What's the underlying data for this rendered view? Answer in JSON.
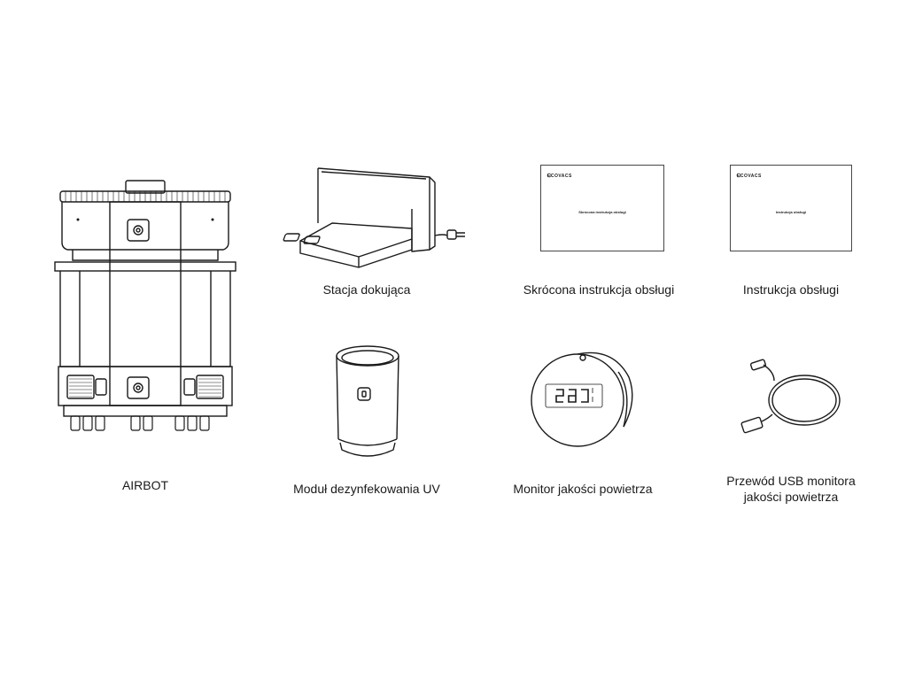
{
  "items": [
    {
      "key": "airbot",
      "label_lines": [
        "AIRBOT"
      ]
    },
    {
      "key": "docking_station",
      "label_lines": [
        "Stacja dokująca"
      ]
    },
    {
      "key": "quick_guide",
      "label_lines": [
        "Skrócona instrukcja obsługi"
      ],
      "doc_title": "Skrócona instrukcja obsługi",
      "brand": "ECOVACS"
    },
    {
      "key": "manual",
      "label_lines": [
        "Instrukcja obsługi"
      ],
      "doc_title": "Instrukcja obsługi",
      "brand": "ECOVACS"
    },
    {
      "key": "uv_module",
      "label_lines": [
        "Moduł dezynfekowania UV"
      ]
    },
    {
      "key": "air_monitor",
      "label_lines": [
        "Monitor jakości powietrza"
      ]
    },
    {
      "key": "usb_cable",
      "label_lines": [
        "Przewód USB monitora",
        "jakości powietrza"
      ]
    }
  ],
  "icons": {
    "airbot": "airbot-robot-icon",
    "docking_station": "docking-station-icon",
    "quick_guide": "booklet-icon",
    "manual": "booklet-icon",
    "uv_module": "uv-module-icon",
    "air_monitor": "air-quality-monitor-icon",
    "usb_cable": "usb-cable-icon"
  },
  "colors": {
    "line": "#1a1a1a",
    "background": "#ffffff"
  }
}
